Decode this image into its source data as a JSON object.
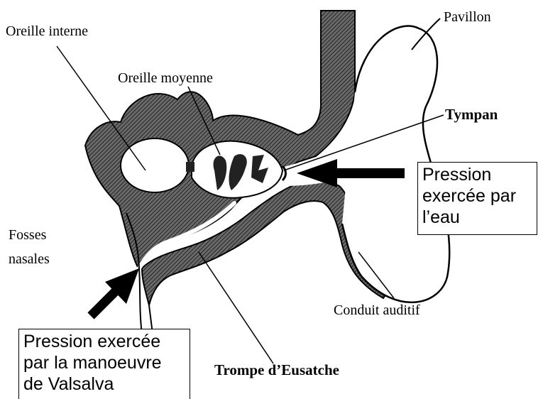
{
  "labels": {
    "oreille_interne": "Oreille interne",
    "oreille_moyenne": "Oreille moyenne",
    "pavillon": "Pavillon",
    "tympan": "Tympan",
    "fosses_nasales": [
      "Fosses",
      "nasales"
    ],
    "conduit_auditif": "Conduit auditif",
    "trompe": "Trompe d’Eusatche"
  },
  "boxes": {
    "pression_eau": [
      "Pression",
      "exercée par",
      "l’eau"
    ],
    "pression_valsalva": [
      "Pression exercée",
      "par la manoeuvre",
      "de Valsalva"
    ]
  },
  "colors": {
    "ink": "#000000",
    "tissue": "#555555",
    "background": "#ffffff"
  }
}
